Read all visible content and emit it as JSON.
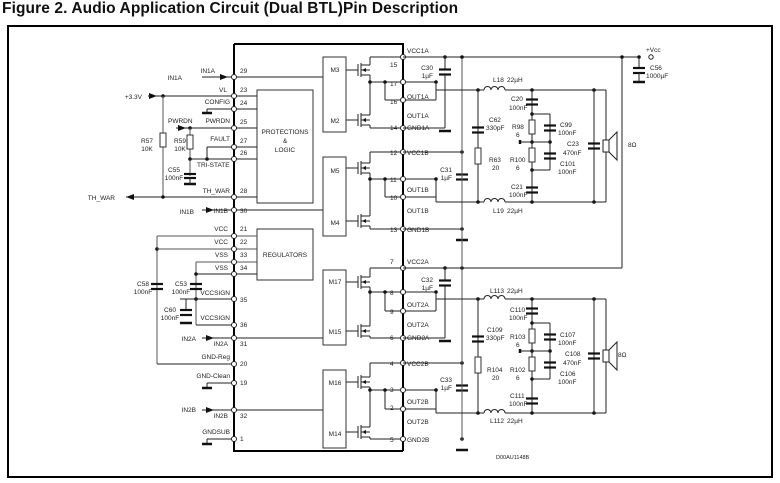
{
  "figure": {
    "title": "Figure 2. Audio Application Circuit (Dual BTL)Pin Description",
    "drawing_id": "D00AU1148B"
  },
  "ic": {
    "left_pins": [
      {
        "name": "IN1A",
        "num": "29"
      },
      {
        "name": "VL",
        "num": "23"
      },
      {
        "name": "CONFIG",
        "num": "24"
      },
      {
        "name": "PWRDN",
        "num": "25"
      },
      {
        "name": "FAULT",
        "num": "27"
      },
      {
        "name": "TRI-STATE",
        "num": "26"
      },
      {
        "name": "TH_WAR",
        "num": "28"
      },
      {
        "name": "IN1B",
        "num": "30"
      },
      {
        "name": "VCC",
        "num": "21"
      },
      {
        "name": "VCC",
        "num": "22"
      },
      {
        "name": "VSS",
        "num": "33"
      },
      {
        "name": "VSS",
        "num": "34"
      },
      {
        "name": "VCCSIGN",
        "num": "35"
      },
      {
        "name": "VCCSIGN",
        "num": "36"
      },
      {
        "name": "IN2A",
        "num": "31"
      },
      {
        "name": "GND-Reg",
        "num": "20"
      },
      {
        "name": "GND-Clean",
        "num": "19"
      },
      {
        "name": "IN2B",
        "num": "32"
      },
      {
        "name": "GNDSUB",
        "num": "1"
      }
    ],
    "right_pins": [
      {
        "name": "VCC1A",
        "num": "15"
      },
      {
        "name": "OUT1A",
        "num": "17"
      },
      {
        "name": "OUT1A",
        "num": "16"
      },
      {
        "name": "GND1A",
        "num": "14"
      },
      {
        "name": "VCC1B",
        "num": "12"
      },
      {
        "name": "OUT1B",
        "num": "11"
      },
      {
        "name": "OUT1B",
        "num": "10"
      },
      {
        "name": "GND1B",
        "num": "13"
      },
      {
        "name": "VCC2A",
        "num": "7"
      },
      {
        "name": "OUT2A",
        "num": "8"
      },
      {
        "name": "OUT2A",
        "num": "9"
      },
      {
        "name": "GND2A",
        "num": "6"
      },
      {
        "name": "VCC2B",
        "num": "4"
      },
      {
        "name": "OUT2B",
        "num": "3"
      },
      {
        "name": "OUT2B",
        "num": "2"
      },
      {
        "name": "GND2B",
        "num": "5"
      }
    ],
    "blocks": {
      "protections": [
        "PROTECTIONS",
        "&",
        "LOGIC"
      ],
      "regulators": "REGULATORS",
      "mosfets": [
        "M3",
        "M2",
        "M5",
        "M4",
        "M17",
        "M15",
        "M16",
        "M14"
      ]
    }
  },
  "external": {
    "supply_3v3": "+3.3V",
    "in1a": "IN1A",
    "pwrdn": "PWRDN",
    "th_war": "TH_WAR",
    "in1b": "IN1B",
    "in2a": "IN2A",
    "in2b": "IN2B",
    "vcc_plus": "+Vcc"
  },
  "components": {
    "R57": {
      "ref": "R57",
      "val": "10K"
    },
    "R59": {
      "ref": "R59",
      "val": "10K"
    },
    "C58": {
      "ref": "C58",
      "val": "100nF"
    },
    "C55": {
      "ref": "C55",
      "val": "100nF"
    },
    "C53": {
      "ref": "C53",
      "val": "100nF"
    },
    "C60": {
      "ref": "C60",
      "val": "100nF"
    },
    "C30": {
      "ref": "C30",
      "val": "1µF"
    },
    "C31": {
      "ref": "C31",
      "val": "1µF"
    },
    "C32": {
      "ref": "C32",
      "val": "1µF"
    },
    "C33": {
      "ref": "C33",
      "val": "1µF"
    },
    "C56": {
      "ref": "C56",
      "val": "1000µF"
    },
    "L18": {
      "ref": "L18",
      "val": "22µH"
    },
    "L19": {
      "ref": "L19",
      "val": "22µH"
    },
    "C62": {
      "ref": "C62",
      "val": "330pF"
    },
    "R63": {
      "ref": "R63",
      "val": "20"
    },
    "C20": {
      "ref": "C20",
      "val": "100nF"
    },
    "R98": {
      "ref": "R98",
      "val": "6"
    },
    "R100": {
      "ref": "R100",
      "val": "6"
    },
    "C21": {
      "ref": "C21",
      "val": "100nF"
    },
    "C99": {
      "ref": "C99",
      "val": "100nF"
    },
    "C101": {
      "ref": "C101",
      "val": "100nF"
    },
    "C23": {
      "ref": "C23",
      "val": "470nF"
    },
    "L113": {
      "ref": "L113",
      "val": "22µH"
    },
    "L112": {
      "ref": "L112",
      "val": "22µH"
    },
    "C109": {
      "ref": "C109",
      "val": "330pF"
    },
    "R104": {
      "ref": "R104",
      "val": "20"
    },
    "C110": {
      "ref": "C110",
      "val": "100nF"
    },
    "R103": {
      "ref": "R103",
      "val": "6"
    },
    "R102": {
      "ref": "R102",
      "val": "6"
    },
    "C111": {
      "ref": "C111",
      "val": "100nF"
    },
    "C107": {
      "ref": "C107",
      "val": "100nF"
    },
    "C106": {
      "ref": "C106",
      "val": "100nF"
    },
    "C108": {
      "ref": "C108",
      "val": "470nF"
    },
    "SPK1": {
      "val": "8Ω"
    },
    "SPK2": {
      "val": "8Ω"
    }
  }
}
